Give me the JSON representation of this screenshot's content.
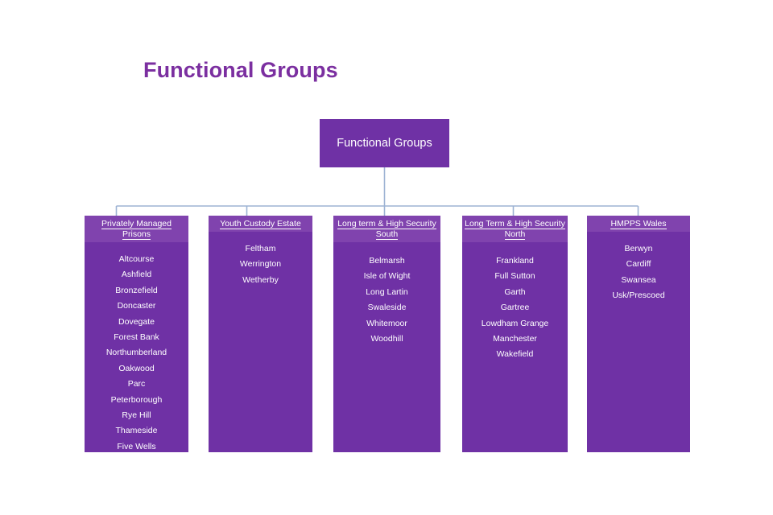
{
  "page": {
    "title": "Functional Groups",
    "title_color": "#7b2fa0",
    "box_color": "#6f31a5",
    "header_strip_color": "#8043ae",
    "connector_color": "#9db3d4",
    "text_color": "#ffffff",
    "background": "#ffffff"
  },
  "root": {
    "label": "Functional Groups"
  },
  "columns": [
    {
      "header": "Privately Managed Prisons",
      "items": [
        "Altcourse",
        "Ashfield",
        "Bronzefield",
        "Doncaster",
        "Dovegate",
        "Forest Bank",
        "Northumberland",
        "Oakwood",
        "Parc",
        "Peterborough",
        "Rye Hill",
        "Thameside",
        "Five Wells"
      ]
    },
    {
      "header": "Youth Custody Estate",
      "items": [
        "Feltham",
        "Werrington",
        "Wetherby"
      ]
    },
    {
      "header": "Long term & High Security South",
      "items": [
        "Belmarsh",
        "Isle of Wight",
        "Long Lartin",
        "Swaleside",
        "Whitemoor",
        "Woodhill"
      ]
    },
    {
      "header": "Long Term & High Security North",
      "items": [
        "Frankland",
        "Full Sutton",
        "Garth",
        "Gartree",
        "Lowdham Grange",
        "Manchester",
        "Wakefield"
      ]
    },
    {
      "header": "HMPPS Wales",
      "items": [
        "Berwyn",
        "Cardiff",
        "Swansea",
        "Usk/Prescoed"
      ]
    }
  ]
}
